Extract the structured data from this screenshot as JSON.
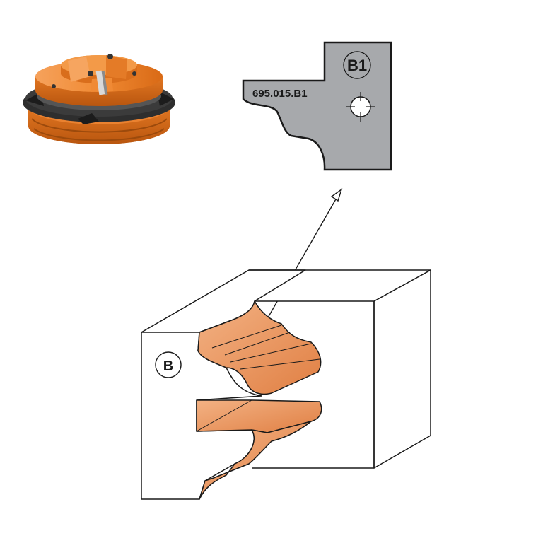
{
  "knife_profile": {
    "part_number": "695.015.B1",
    "code_badge": "B1",
    "fill_color": "#a7a9ac",
    "outline_color": "#1a1a1a"
  },
  "profile_block": {
    "section_badge": "B",
    "wood_color": "#e8935a",
    "line_color": "#1a1a1a"
  },
  "cutter_head": {
    "body_color": "#f07f21",
    "knife_color": "#2b2b2b"
  },
  "pointer_arrow": {
    "from": "profile-b-groove",
    "to": "knife-b1"
  }
}
